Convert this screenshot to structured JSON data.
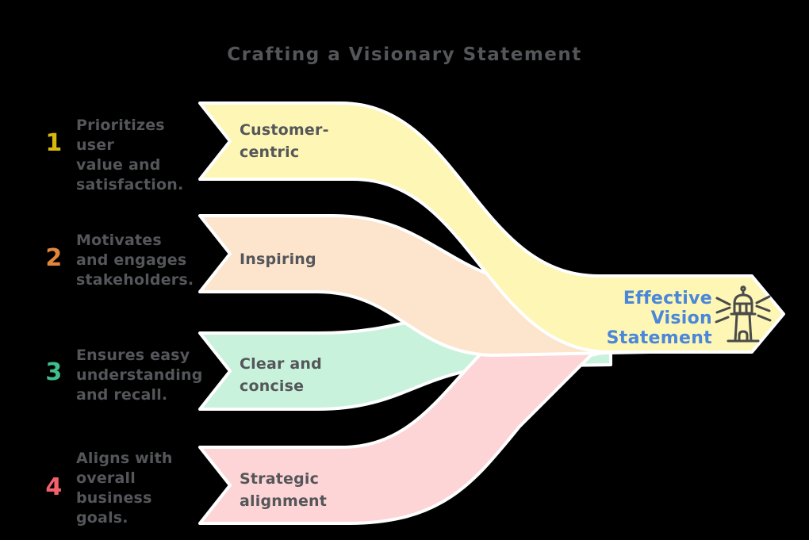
{
  "title": "Crafting a Visionary Statement",
  "items": [
    {
      "number": "1",
      "number_color": "#d7b90d",
      "description": "Prioritizes user\nvalue and\nsatisfaction.",
      "band_label": "Customer-\ncentric",
      "band_color": "#fdf6b4"
    },
    {
      "number": "2",
      "number_color": "#e0873d",
      "description": "Motivates\nand engages\nstakeholders.",
      "band_label": "Inspiring",
      "band_color": "#fce4cd"
    },
    {
      "number": "3",
      "number_color": "#40bf8d",
      "description": "Ensures easy\nunderstanding\nand recall.",
      "band_label": "Clear and\nconcise",
      "band_color": "#c9f2dc"
    },
    {
      "number": "4",
      "number_color": "#f2616c",
      "description": "Aligns with\noverall\nbusiness\ngoals.",
      "band_label": "Strategic\nalignment",
      "band_color": "#fdd5d7"
    }
  ],
  "result": {
    "label": "Effective\nVision\nStatement",
    "label_color": "#4a86d9",
    "band_color": "#fdf6b4",
    "icon": "lighthouse-icon",
    "icon_color": "#4a4a4a"
  },
  "colors": {
    "background": "#000000",
    "text": "#54565a",
    "outline": "#ffffff"
  }
}
